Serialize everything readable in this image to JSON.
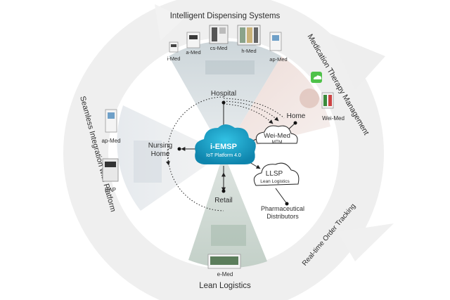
{
  "ring_sections": {
    "top": "Intelligent Dispensing Systems",
    "right": "Medication Therapy Management",
    "bottom_right": "Real-time Order Tracking",
    "bottom": "Lean  Logistics",
    "left": "Seamless Integration with Platform"
  },
  "devices": {
    "i_med": "i-Med",
    "a_med": "a-Med",
    "cs_med": "cs-Med",
    "h_med": "h-Med",
    "ap_med_top": "ap-Med",
    "wei_med_app": "Wei-Med",
    "ap_med_left": "ap-Med",
    "bap": "BAP",
    "e_med": "e-Med"
  },
  "nodes": {
    "hospital": "Hospital",
    "home": "Home",
    "nursing_home_line1": "Nursing",
    "nursing_home_line2": "Home",
    "retail": "Retail",
    "pharma_line1": "Pharmaceutical",
    "pharma_line2": "Distributors"
  },
  "hub": {
    "title": "i-EMSP",
    "subtitle": "IoT Platform 4.0"
  },
  "clouds": {
    "wei_med_title": "Wei-Med",
    "wei_med_sub": "MTM",
    "llsp_title": "LLSP",
    "llsp_sub": "Lean Logistics"
  },
  "colors": {
    "hub": "#1aa3c8",
    "hub_dark": "#0f7fa8",
    "ring": "#ebebeb",
    "app_icon": "#4fc24a"
  }
}
